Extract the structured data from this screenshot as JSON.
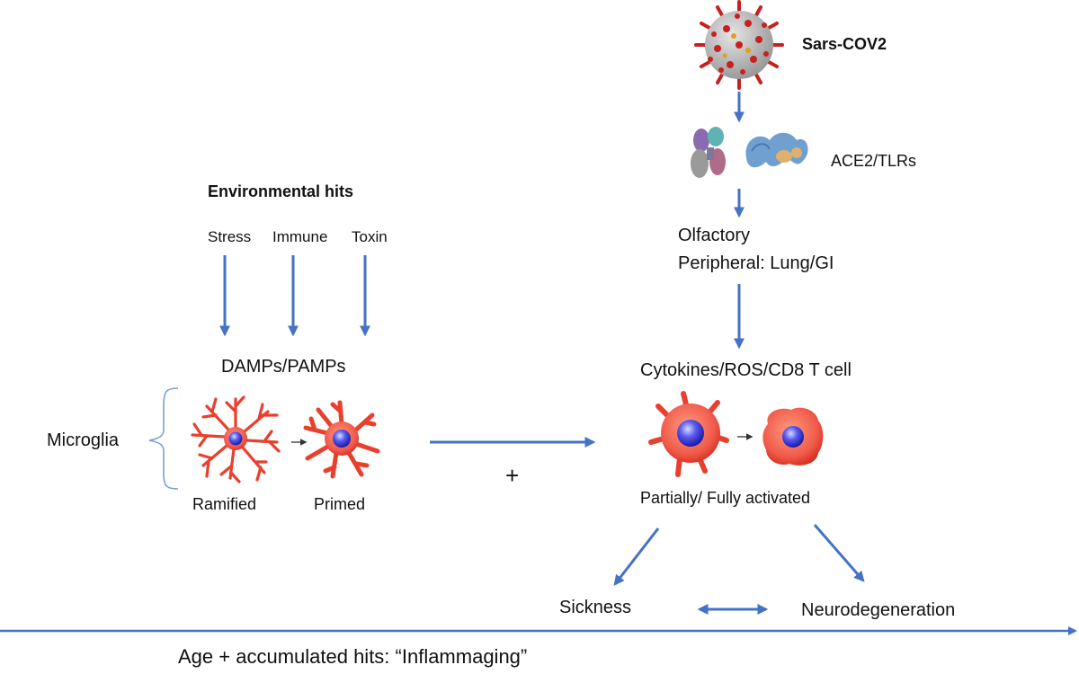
{
  "virus": {
    "label": "Sars-COV2"
  },
  "receptors": {
    "label": "ACE2/TLRs"
  },
  "routes": {
    "line1": "Olfactory",
    "line2": "Peripheral: Lung/GI"
  },
  "mediators": {
    "label": "Cytokines/ROS/CD8 T cell"
  },
  "activation": {
    "label": "Partially/ Fully activated"
  },
  "environmental": {
    "title": "Environmental hits",
    "factors": [
      "Stress",
      "Immune",
      "Toxin"
    ]
  },
  "damps": {
    "label": "DAMPs/PAMPs"
  },
  "microglia": {
    "label": "Microglia",
    "states": [
      "Ramified",
      "Primed"
    ]
  },
  "combine": {
    "symbol": "+"
  },
  "outcomes": {
    "left": "Sickness",
    "right": "Neurodegeneration"
  },
  "timeline": {
    "label": "Age + accumulated hits: “Inflammaging”"
  },
  "colors": {
    "arrow": "#4472c4",
    "cell_body": "#f05a4a",
    "cell_dark": "#d42a1c",
    "nucleus": "#3a3adb",
    "bracket": "#7aa0d8"
  }
}
